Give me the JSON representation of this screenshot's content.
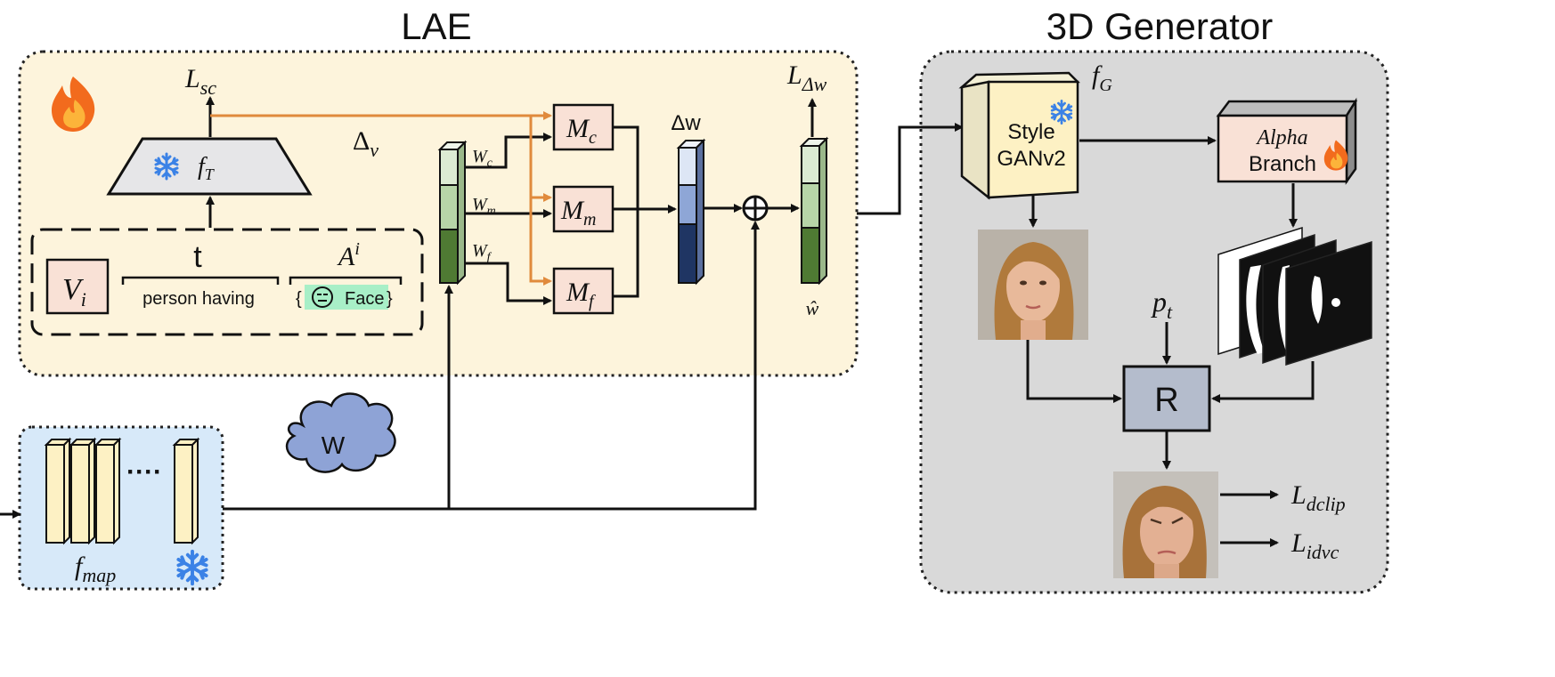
{
  "titles": {
    "lae": "LAE",
    "generator": "3D Generator"
  },
  "loss_sc": {
    "main": "L",
    "sub": "sc"
  },
  "loss_dw": {
    "main": "L",
    "sub": "Δw"
  },
  "f_t": {
    "main": "f",
    "sub": "T"
  },
  "delta_v": {
    "main": "Δ",
    "sub": "v"
  },
  "v_i": {
    "main": "V",
    "sub": "i"
  },
  "t_label": "t",
  "person_having": "person having",
  "a_i": {
    "main": "A",
    "sup": "i"
  },
  "face_text": {
    "open": "{",
    "word": "Face",
    "close": "}"
  },
  "w_c": {
    "main": "W",
    "sub": "c"
  },
  "w_m": {
    "main": "W",
    "sub": "m"
  },
  "w_f": {
    "main": "W",
    "sub": "f"
  },
  "m_c": {
    "main": "M",
    "sub": "c"
  },
  "m_m": {
    "main": "M",
    "sub": "m"
  },
  "m_f": {
    "main": "M",
    "sub": "f"
  },
  "delta_w": "Δw",
  "w_hat": "ŵ",
  "w_cloud": "W",
  "f_map": {
    "main": "f",
    "sub": "map"
  },
  "dots": "····",
  "f_g": {
    "main": "f",
    "sub": "G"
  },
  "stylegan": {
    "line1": "Style",
    "line2": "GANv2"
  },
  "alpha_branch": {
    "line1": "Alpha",
    "line2": "Branch"
  },
  "p_t": {
    "main": "p",
    "sub": "t"
  },
  "renderer": "R",
  "loss_dclip": {
    "main": "L",
    "sub": "dclip"
  },
  "loss_idvc": {
    "main": "L",
    "sub": "idvc"
  },
  "icons": [
    "fire-icon",
    "snowflake-icon",
    "neutral-face-icon",
    "face-portrait-icon",
    "edited-face-icon",
    "alpha-masks-icon"
  ],
  "colors": {
    "lae_bg": "#fdf4dc",
    "generator_bg": "#d9d9d9",
    "mapping_bg": "#d7e9f9",
    "orange_arrow": "#e08a3c",
    "module_fill": "#f9e1d6",
    "snowflake": "#3b82e6",
    "cloud": "#8ea3d6",
    "renderer_fill": "#b4bccc",
    "green_light": "#dcebd3",
    "green_mid": "#b7d5a8",
    "green_dark": "#4f7a33",
    "blue_light": "#dde6f5",
    "blue_mid": "#8ea6d6",
    "blue_dark": "#1f3563"
  }
}
